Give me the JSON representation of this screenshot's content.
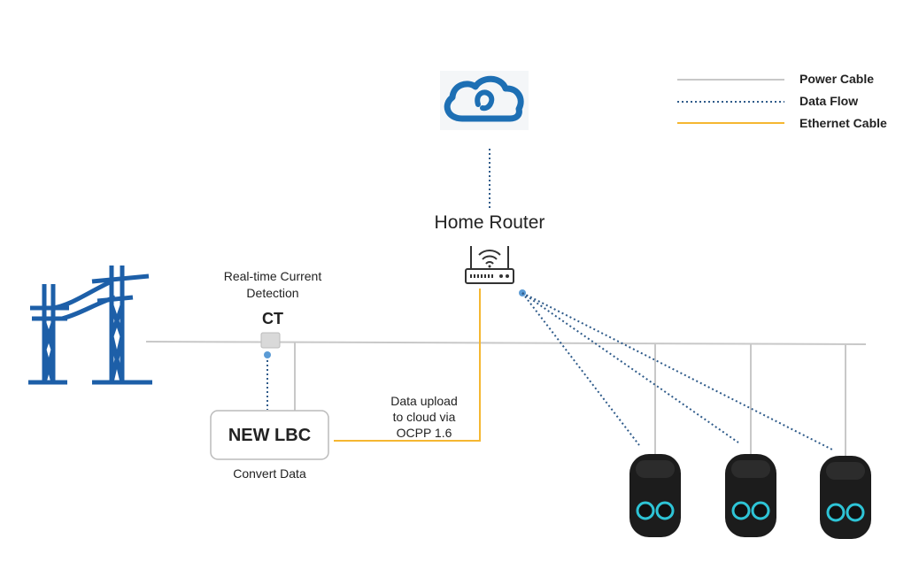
{
  "legend": {
    "items": [
      {
        "label": "Power Cable",
        "color": "#c8c8c8",
        "style": "solid"
      },
      {
        "label": "Data Flow",
        "color": "#2f5b8a",
        "style": "dotted"
      },
      {
        "label": "Ethernet Cable",
        "color": "#f5b731",
        "style": "solid"
      }
    ]
  },
  "nodes": {
    "cloud": {
      "icon": "cloud-icon"
    },
    "router": {
      "label": "Home Router",
      "icon": "wifi-router-icon"
    },
    "ct": {
      "caption": "Real-time Current\nDetection",
      "label": "CT"
    },
    "lbc": {
      "label": "NEW LBC",
      "caption": "Convert Data"
    },
    "upload_note": "Data upload\nto cloud via\nOCPP 1.6",
    "tower": {
      "icon": "power-tower-icon"
    },
    "chargers": [
      {
        "icon": "ev-charger-icon"
      },
      {
        "icon": "ev-charger-icon"
      },
      {
        "icon": "ev-charger-icon"
      }
    ]
  },
  "colors": {
    "power_cable": "#c8c8c8",
    "data_flow": "#2f5b8a",
    "ethernet": "#f5b731",
    "tower": "#1d5fa8",
    "cloud": "#1d6fb4",
    "charger_ring": "#2ec4d6"
  }
}
